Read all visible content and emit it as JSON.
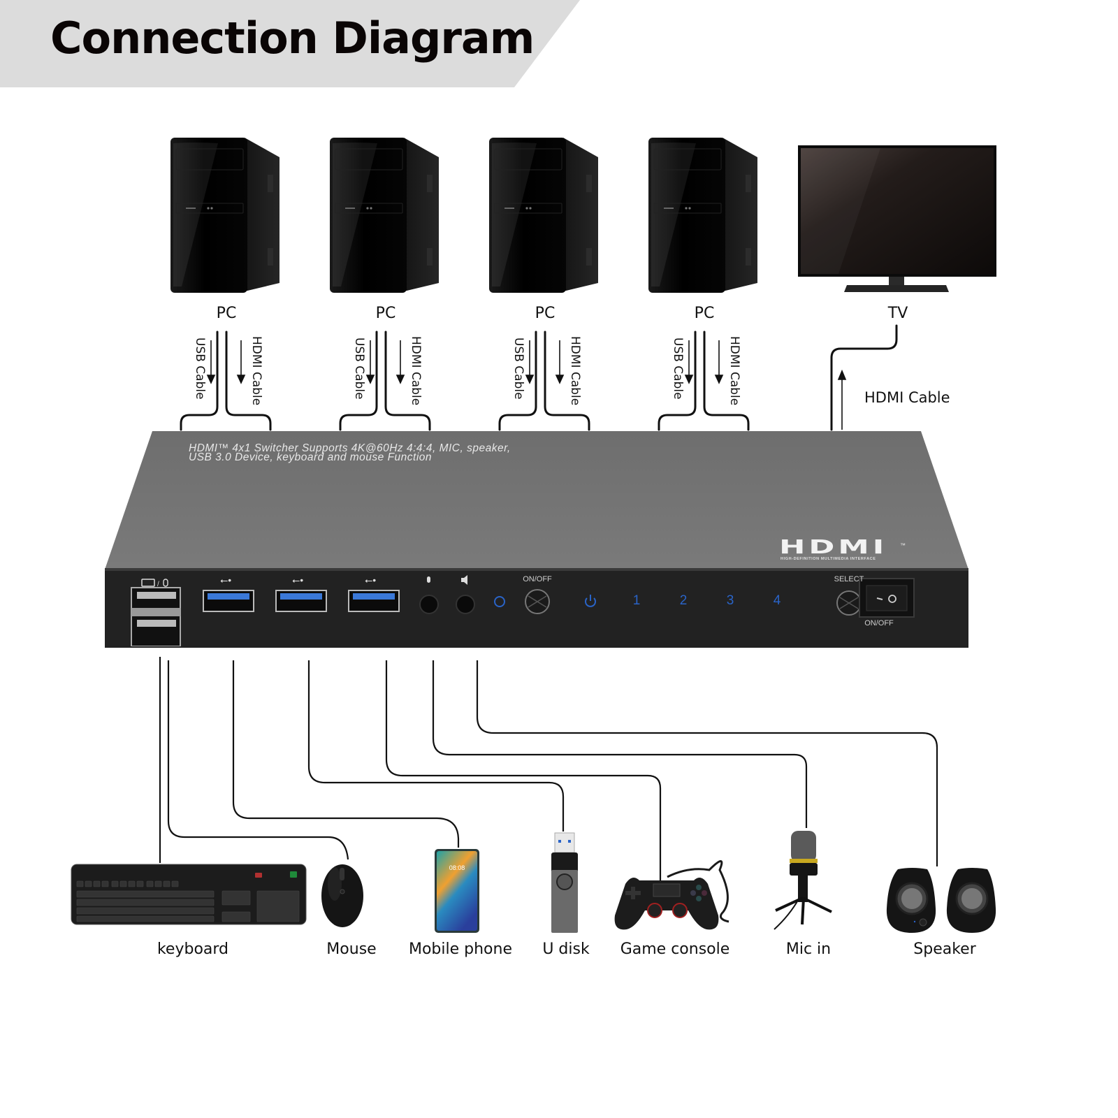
{
  "header": {
    "title": "Connection Diagram"
  },
  "sources": [
    {
      "device": "PC",
      "cables": [
        "USB Cable",
        "HDMI Cable"
      ]
    },
    {
      "device": "PC",
      "cables": [
        "USB Cable",
        "HDMI Cable"
      ]
    },
    {
      "device": "PC",
      "cables": [
        "USB Cable",
        "HDMI Cable"
      ]
    },
    {
      "device": "PC",
      "cables": [
        "USB Cable",
        "HDMI Cable"
      ]
    }
  ],
  "display": {
    "device": "TV",
    "cable": "HDMI Cable"
  },
  "switcher": {
    "description_line1": "HDMI™ 4x1 Switcher Supports 4K@60Hz 4:4:4, MIC, speaker,",
    "description_line2": "USB 3.0 Device, keyboard and mouse Function",
    "logo": "HDMI",
    "logo_tm": "™",
    "logo_subtitle": "HIGH-DEFINITION MULTIMEDIA INTERFACE",
    "front_panel": {
      "kb_mouse_port_icon": "keyboard-mouse-icon",
      "usb_port_icon": "usb-icon",
      "mic_port_icon": "microphone-icon",
      "speaker_port_icon": "speaker-icon",
      "onoff_button_label": "ON/OFF",
      "power_led_icon": "power-icon",
      "channel_leds": [
        "1",
        "2",
        "3",
        "4"
      ],
      "select_button_label": "SELECT",
      "power_switch_label": "ON/OFF",
      "accent_color": "#2a64c8"
    }
  },
  "peripherals": [
    {
      "name": "keyboard",
      "icon": "keyboard-icon"
    },
    {
      "name": "Mouse",
      "icon": "mouse-icon"
    },
    {
      "name": "Mobile phone",
      "icon": "phone-icon",
      "screen_time": "08:08"
    },
    {
      "name": "U disk",
      "icon": "usb-drive-icon"
    },
    {
      "name": "Game console",
      "icon": "gamepad-icon"
    },
    {
      "name": "Mic in",
      "icon": "microphone-icon"
    },
    {
      "name": "Speaker",
      "icon": "speaker-icon"
    }
  ]
}
